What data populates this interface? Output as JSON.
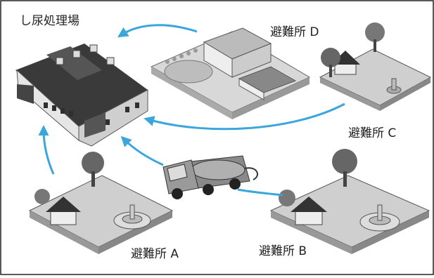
{
  "colors": {
    "arrow": "#3aa6dc",
    "border": "#222222"
  },
  "labels": {
    "plant": "し尿処理場",
    "shelter_a": "避難所 A",
    "shelter_b": "避難所 B",
    "shelter_c": "避難所 C",
    "shelter_d": "避難所 D"
  }
}
